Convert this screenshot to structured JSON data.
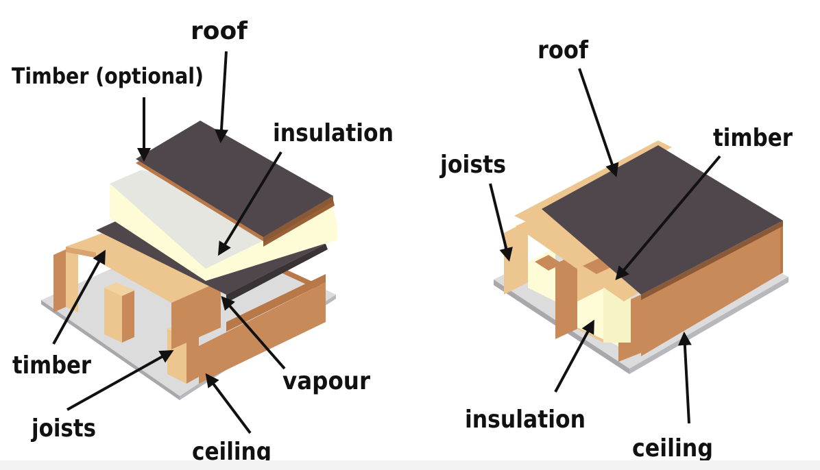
{
  "diagrams": [
    {
      "labels": {
        "roof": "roof",
        "timber_optional": "Timber (optional)",
        "insulation": "insulation",
        "timber": "timber",
        "joists": "joists",
        "vapour": "vapour",
        "ceiling": "ceiling"
      }
    },
    {
      "labels": {
        "roof": "roof",
        "joists": "joists",
        "timber": "timber",
        "insulation": "insulation",
        "ceiling": "ceiling"
      }
    }
  ],
  "colors": {
    "roof": "#4f474b",
    "roof_edge": "#8a5a38",
    "timber_light": "#ecc58f",
    "timber_side": "#c98a5a",
    "timber_dark": "#b87848",
    "insulation": "#fdfcd6",
    "insulation_top": "#e6e6e0",
    "ceiling": "#dcdcdc",
    "ceiling_edge": "#a8a8ac",
    "arrow": "#111111"
  }
}
